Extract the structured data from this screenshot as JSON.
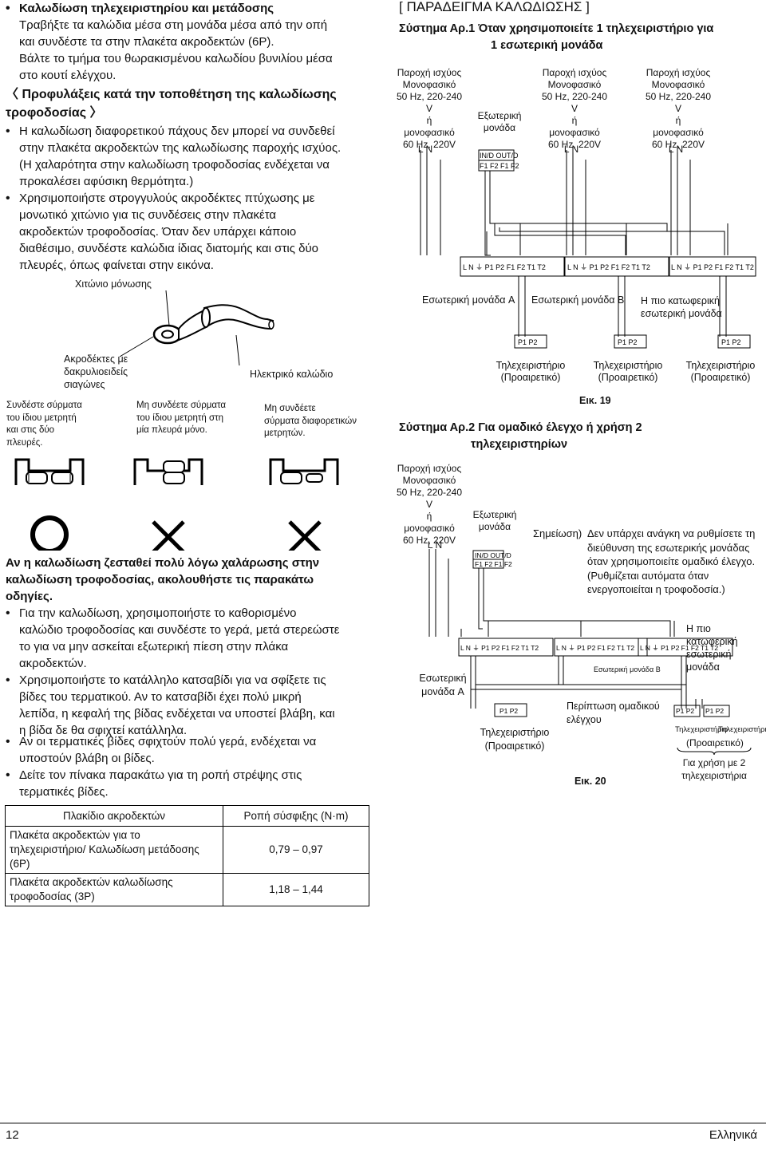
{
  "left": {
    "remote_heading": "Καλωδίωση τηλεχειριστηρίου και μετάδοσης",
    "remote_lines": [
      "Τραβήξτε τα καλώδια μέσα στη μονάδα μέσα από την οπή",
      "και συνδέστε τα στην πλακέτα ακροδεκτών (6P).",
      "Βάλτε το τμήμα του θωρακισμένου καλωδίου βυνιλίου μέσα",
      "στο κουτί ελέγχου."
    ],
    "precautions_title_1": "〈 Προφυλάξεις κατά την τοποθέτηση της καλωδίωσης",
    "precautions_title_2": "τροφοδοσίας 〉",
    "bullet1": [
      "Η καλωδίωση διαφορετικού πάχους δεν μπορεί να συνδεθεί",
      "στην πλακέτα ακροδεκτών της καλωδίωσης παροχής ισχύος.",
      "(Η χαλαρότητα στην καλωδίωση τροφοδοσίας ενδέχεται να",
      "προκαλέσει αφύσικη θερμότητα.)"
    ],
    "bullet2": [
      "Χρησιμοποιήστε στρογγυλούς ακροδέκτες πτύχωσης με",
      "μονωτικό χιτώνιο για τις συνδέσεις στην πλακέτα",
      "ακροδεκτών τροφοδοσίας. Όταν δεν υπάρχει κάποιο",
      "διαθέσιμο, συνδέστε καλώδια ίδιας διατομής και στις δύο",
      "πλευρές, όπως φαίνεται στην εικόνα."
    ],
    "fig": {
      "sleeve": "Χιτώνιο μόνωσης",
      "terminal": [
        "Ακροδέκτες με",
        "δακρυλιοειδείς",
        "σιαγώνες"
      ],
      "wire": "Ηλεκτρικό καλώδιο",
      "case1": [
        "Συνδέστε σύρματα",
        "του ίδιου μετρητή",
        "και στις δύο",
        "πλευρές."
      ],
      "case2": [
        "Μη συνδέετε σύρματα",
        "του ίδιου μετρητή στη",
        "μία πλευρά μόνο."
      ],
      "case3": [
        "Μη συνδέετε",
        "σύρματα διαφορετικών",
        "μετρητών."
      ]
    },
    "heat_heading": [
      "Αν η καλωδίωση ζεσταθεί πολύ λόγω χαλάρωσης στην",
      "καλωδίωση τροφοδοσίας, ακολουθήστε τις παρακάτω",
      "οδηγίες."
    ],
    "heat_b1": [
      "Για την καλωδίωση, χρησιμοποιήστε το καθορισμένο",
      "καλώδιο τροφοδοσίας και συνδέστε το γερά, μετά στερεώστε",
      "το για να μην ασκείται εξωτερική πίεση στην πλάκα",
      "ακροδεκτών."
    ],
    "heat_b2": [
      "Χρησιμοποιήστε το κατάλληλο κατσαβίδι για να σφίξετε τις",
      "βίδες του τερματικού. Αν το κατσαβίδι έχει πολύ μικρή",
      "λεπίδα, η κεφαλή της βίδας ενδέχεται να υποστεί βλάβη, και",
      "η βίδα δε θα σφιχτεί κατάλληλα."
    ],
    "heat_b3": [
      "Αν οι τερματικές βίδες σφιχτούν πολύ γερά, ενδέχεται να",
      "υποστούν βλάβη οι βίδες."
    ],
    "heat_b4": [
      "Δείτε τον πίνακα παρακάτω για τη ροπή στρέψης στις",
      "τερματικές βίδες."
    ],
    "table": {
      "headers": [
        "Πλακίδιο ακροδεκτών",
        "Ροπή σύσφιξης (N·m)"
      ],
      "rows": [
        {
          "name": [
            "Πλακέτα ακροδεκτών για το",
            "τηλεχειριστήριο/ Καλωδίωση μετάδοσης",
            "(6P)"
          ],
          "value": "0,79 – 0,97"
        },
        {
          "name": [
            "Πλακέτα ακροδεκτών καλωδίωσης",
            "τροφοδοσίας (3P)"
          ],
          "value": "1,18 – 1,44"
        }
      ]
    }
  },
  "right": {
    "heading": "[ ΠΑΡΑΔΕΙΓΜΑ ΚΑΛΩΔΙΩΣΗΣ ]",
    "sys1_title": [
      "Σύστημα Αρ.1 Όταν χρησιμοποιείτε 1 τηλεχειριστήριο για",
      "1 εσωτερική μονάδα"
    ],
    "power_label": [
      "Παροχή ισχύος",
      "Μονοφασικό",
      "50 Hz, 220-240 V",
      "ή",
      "μονοφασικό",
      "60 Hz, 220V"
    ],
    "outdoor_label": [
      "Εξωτερική",
      "μονάδα"
    ],
    "ln": "L  N",
    "term_top": "IN/D  OUT/D",
    "term_bottom": "F1 F2 F1 F2",
    "term_board": "L N ⏚  P1 P2 F1 F2 T1 T2",
    "pp": "P1 P2",
    "indoor_a": "Εσωτερική μονάδα A",
    "indoor_b": "Εσωτερική μονάδα B",
    "indoor_last": [
      "Η πιο κατωφερική",
      "εσωτερική μονάδα"
    ],
    "remote": [
      "Τηλεχειριστήριο",
      "(Προαιρετικό)"
    ],
    "fig19": "Εικ. 19",
    "sys2_title": [
      "Σύστημα Αρ.2 Για ομαδικό έλεγχο ή χρήση 2",
      "τηλεχειριστηρίων"
    ],
    "note_label": "Σημείωση)",
    "note_lines": [
      "Δεν υπάρχει ανάγκη να ρυθμίσετε τη",
      "διεύθυνση της εσωτερικής μονάδας",
      "όταν χρησιμοποιείτε ομαδικό έλεγχο.",
      "(Ρυθμίζεται αυτόματα όταν",
      "ενεργοποιείται η τροφοδοσία.)"
    ],
    "indoor_last2": [
      "Η πιο",
      "κατωφερική",
      "εσωτερική",
      "μονάδα"
    ],
    "indoor_a2": [
      "Εσωτερική",
      "μονάδα A"
    ],
    "indoor_b_small": "Εσωτερική μονάδα B",
    "group_case": [
      "Περίπτωση ομαδικού",
      "ελέγχου"
    ],
    "remote_small": "Τηλεχειριστήριο",
    "remote_small_opt": "(Προαιρετικό)",
    "two_remotes": [
      "Για χρήση με 2",
      "τηλεχειριστήρια"
    ],
    "fig20": "Εικ. 20"
  },
  "footer": {
    "page": "12",
    "lang": "Ελληνικά"
  }
}
